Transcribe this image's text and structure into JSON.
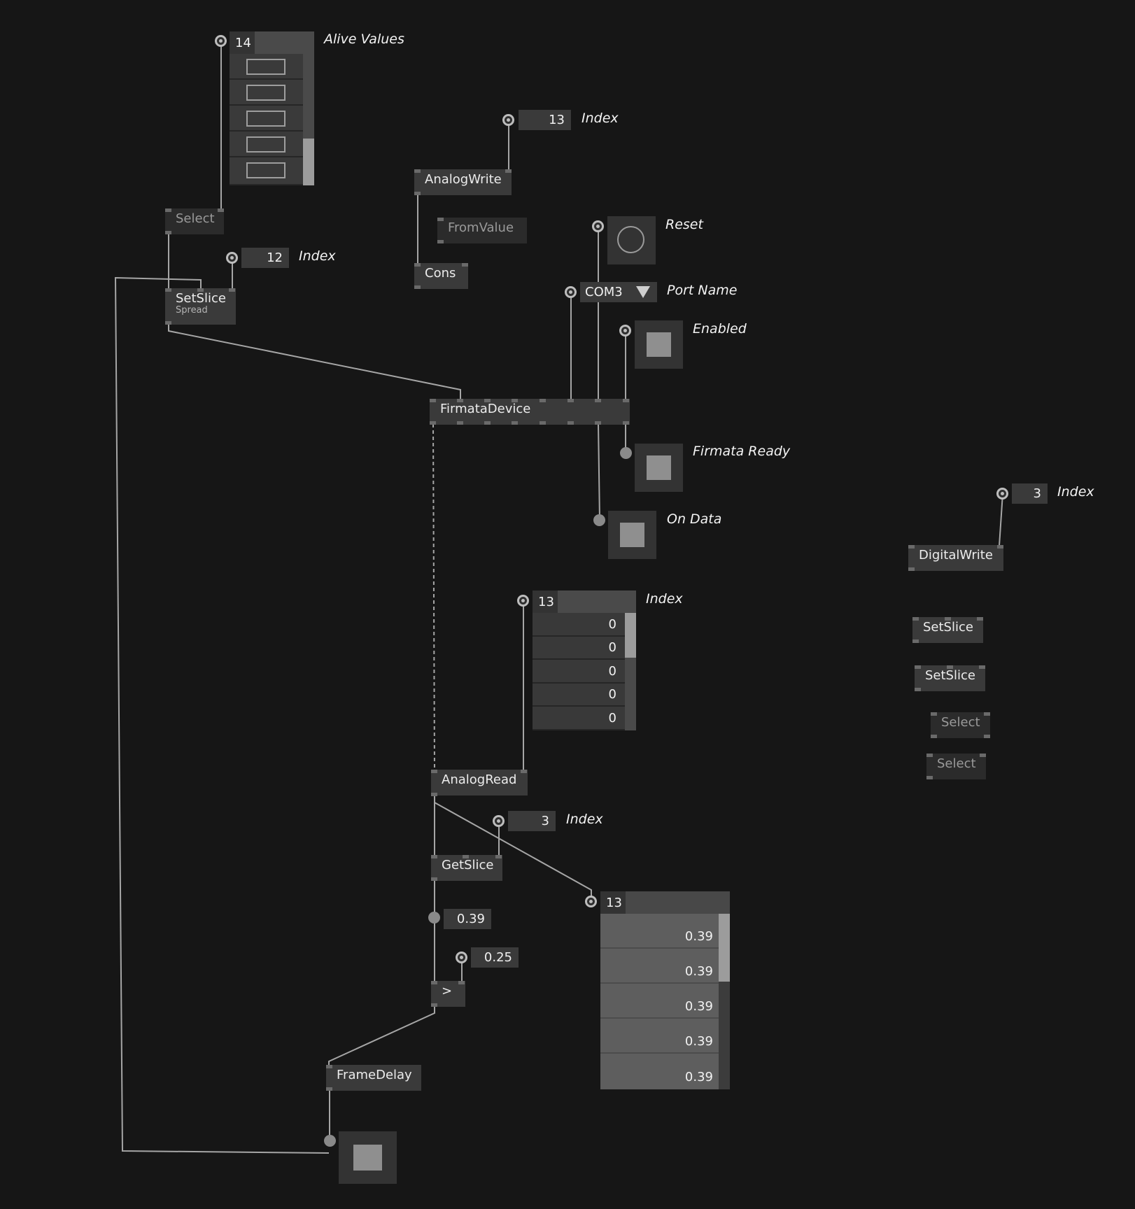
{
  "colors": {
    "background": "#161616",
    "node": "#3a3a3a",
    "wire": "#a6a6a6",
    "toggle": "#8f8f8f"
  },
  "alive_values": {
    "count": "14",
    "label": "Alive Values"
  },
  "select_1": {
    "label": "Select"
  },
  "setslice_spread": {
    "index_value": "12",
    "index_label": "Index",
    "label": "SetSlice",
    "sub": "Spread"
  },
  "analogwrite": {
    "index_value": "13",
    "index_label": "Index",
    "label": "AnalogWrite"
  },
  "fromvalue": {
    "label": "FromValue"
  },
  "cons": {
    "label": "Cons"
  },
  "reset": {
    "label": "Reset",
    "icon": "circle-icon"
  },
  "port": {
    "value": "COM3",
    "label": "Port Name",
    "icon": "dropdown-triangle-icon"
  },
  "enabled": {
    "label": "Enabled",
    "value": true
  },
  "firmata": {
    "label": "FirmataDevice"
  },
  "firmata_ready": {
    "label": "Firmata Ready"
  },
  "on_data": {
    "label": "On Data"
  },
  "digitalwrite": {
    "index_value": "3",
    "index_label": "Index",
    "label": "DigitalWrite"
  },
  "extra_nodes": {
    "setslice_a": "SetSlice",
    "setslice_b": "SetSlice",
    "select_a": "Select",
    "select_b": "Select"
  },
  "analog_index": {
    "count": "13",
    "label": "Index",
    "values": [
      "0",
      "0",
      "0",
      "0",
      "0"
    ]
  },
  "analogread": {
    "label": "AnalogRead"
  },
  "getslice": {
    "index_value": "3",
    "index_label": "Index",
    "label": "GetSlice",
    "output": "0.39"
  },
  "analog_values": {
    "count": "13",
    "values": [
      "0.39",
      "0.39",
      "0.39",
      "0.39",
      "0.39"
    ]
  },
  "compare": {
    "threshold": "0.25",
    "label": ">"
  },
  "framedelay": {
    "label": "FrameDelay"
  }
}
